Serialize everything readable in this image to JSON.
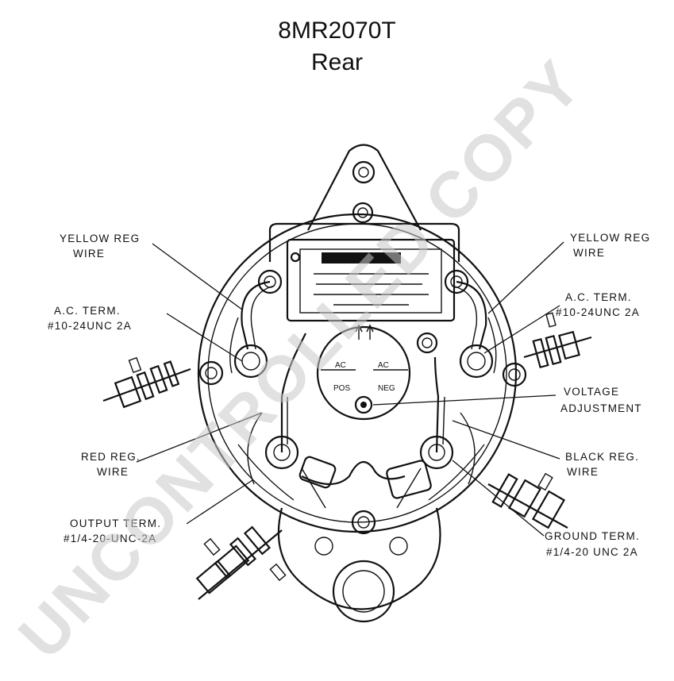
{
  "title": "8MR2070T",
  "subtitle": "Rear",
  "watermark": "UNCONTROLLED COPY",
  "labels": {
    "yellow_reg_left": [
      "YELLOW REG",
      "WIRE"
    ],
    "ac_term_left": [
      "A.C. TERM.",
      "#10-24UNC 2A"
    ],
    "red_reg": [
      "RED REG.",
      "WIRE"
    ],
    "output_term": [
      "OUTPUT TERM.",
      "#1/4-20-UNC-2A"
    ],
    "yellow_reg_right": [
      "YELLOW REG",
      "WIRE"
    ],
    "ac_term_right": [
      "A.C. TERM.",
      "#10-24UNC 2A"
    ],
    "voltage_adjustment": [
      "VOLTAGE",
      "ADJUSTMENT"
    ],
    "black_reg": [
      "BLACK REG.",
      "WIRE"
    ],
    "ground_term": [
      "GROUND TERM.",
      "#1/4-20 UNC 2A"
    ]
  },
  "dial": {
    "ac_left": "AC",
    "ac_right": "AC",
    "pos": "POS",
    "neg": "NEG"
  },
  "colors": {
    "line": "#111111",
    "watermark": "#c8c8c8"
  }
}
